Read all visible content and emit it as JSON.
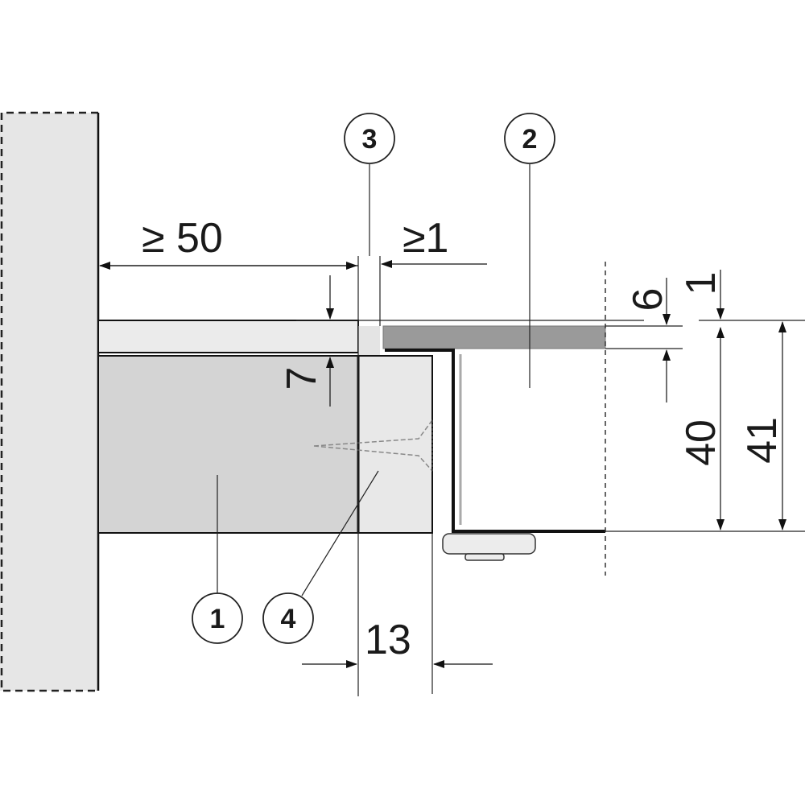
{
  "dimensions": {
    "side_clearance": "≥ 50",
    "gap": "≥1",
    "worktop_step": "7",
    "hob_top_thickness": "6",
    "hob_offset": "1",
    "hob_depth": "40",
    "total_depth": "41",
    "strip_width": "13"
  },
  "callouts": [
    "1",
    "2",
    "3",
    "4"
  ],
  "colors": {
    "wall": "#e6e6e6",
    "cabinet": "#d4d4d4",
    "strip": "#e8e8e8",
    "hob_top": "#9a9a9a"
  }
}
